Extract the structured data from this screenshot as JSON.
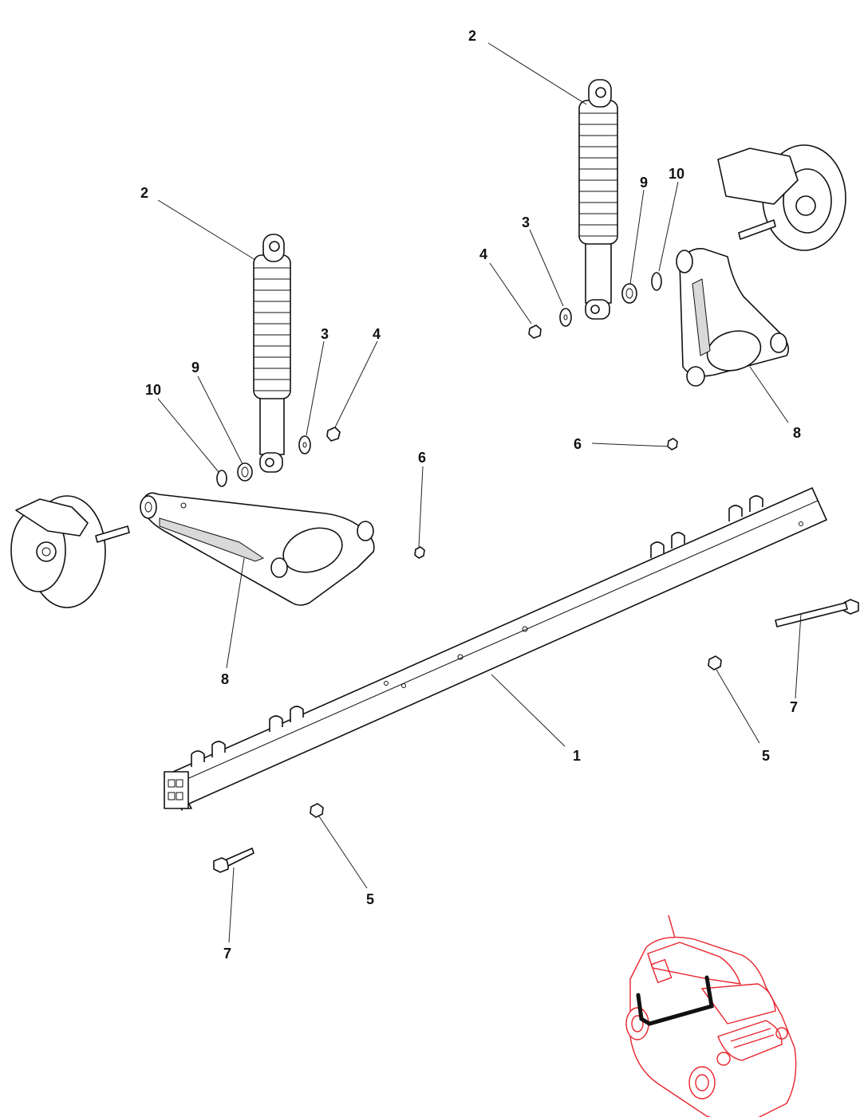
{
  "callouts": [
    {
      "id": "c1",
      "label": "1"
    },
    {
      "id": "c2a",
      "label": "2"
    },
    {
      "id": "c2b",
      "label": "2"
    },
    {
      "id": "c3a",
      "label": "3"
    },
    {
      "id": "c3b",
      "label": "3"
    },
    {
      "id": "c4a",
      "label": "4"
    },
    {
      "id": "c4b",
      "label": "4"
    },
    {
      "id": "c5a",
      "label": "5"
    },
    {
      "id": "c5b",
      "label": "5"
    },
    {
      "id": "c6a",
      "label": "6"
    },
    {
      "id": "c6b",
      "label": "6"
    },
    {
      "id": "c7a",
      "label": "7"
    },
    {
      "id": "c7b",
      "label": "7"
    },
    {
      "id": "c8a",
      "label": "8"
    },
    {
      "id": "c8b",
      "label": "8"
    },
    {
      "id": "c9a",
      "label": "9"
    },
    {
      "id": "c9b",
      "label": "9"
    },
    {
      "id": "c10a",
      "label": "10"
    },
    {
      "id": "c10b",
      "label": "10"
    }
  ],
  "colors": {
    "line_art": "#111111",
    "locator_car": "#e8242d",
    "locator_highlight": "#111111"
  },
  "locator_icon": "vehicle-rear-axle-locator"
}
